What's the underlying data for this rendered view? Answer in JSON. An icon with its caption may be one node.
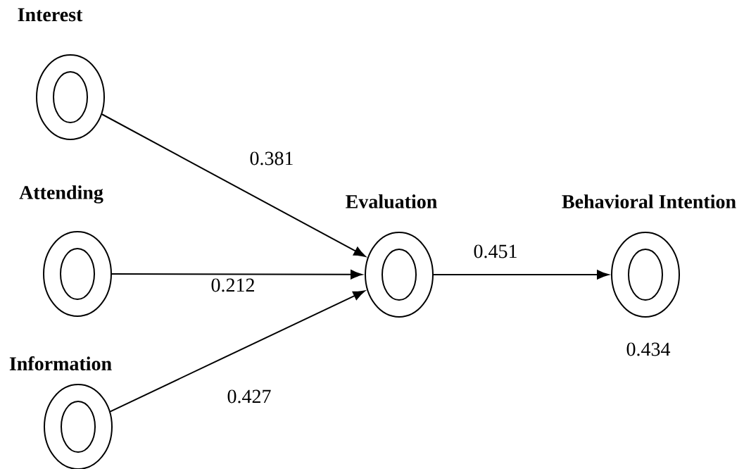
{
  "diagram": {
    "nodes": [
      {
        "text": [
          "Interest"
        ]
      },
      {
        "text": [
          "Attending"
        ]
      },
      {
        "text": [
          "Information"
        ]
      },
      {
        "text": [
          "Evaluation"
        ]
      },
      {
        "text": [
          "Behavioral Intention"
        ],
        "beside": [
          "0.434"
        ]
      }
    ],
    "edges": [
      {
        "from": 0,
        "to": 3,
        "arrow": "to",
        "label": "0.381"
      },
      {
        "from": 1,
        "to": 3,
        "arrow": "to",
        "label": "0.212"
      },
      {
        "from": 2,
        "to": 3,
        "arrow": "to",
        "label": "0.427"
      },
      {
        "from": 3,
        "to": 4,
        "arrow": "to",
        "label": "0.451"
      }
    ]
  }
}
